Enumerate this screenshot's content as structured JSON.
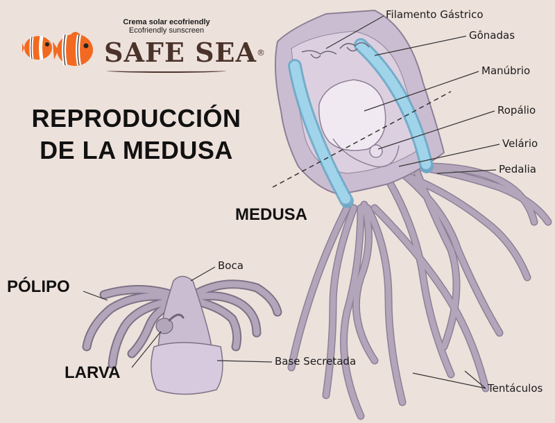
{
  "brand": {
    "tagline_es": "Crema solar ecofriendly",
    "tagline_en": "Ecofriendly sunscreen",
    "logo_text": "SAFE SEA",
    "logo_mark": "®"
  },
  "title": {
    "line1": "REPRODUCCIÓN",
    "line2": "DE LA MEDUSA"
  },
  "stages": {
    "medusa": "MEDUSA",
    "polipo": "PÓLIPO",
    "larva": "LARVA"
  },
  "labels": {
    "filamento": "Filamento Gástrico",
    "gonadas": "Gônadas",
    "manubrio": "Manúbrio",
    "ropalio": "Ropálio",
    "velario": "Velário",
    "pedalia": "Pedalia",
    "boca": "Boca",
    "base": "Base Secretada",
    "tentaculos": "Tentáculos"
  },
  "colors": {
    "background": "#ede1db",
    "body_fill": "#cbbdd1",
    "body_stroke": "#8d7f96",
    "inner_fill": "#f0e9f1",
    "gonad_fill": "#9fd4ea",
    "tentacle_fill": "#b3a6bb",
    "fish_orange": "#f26a21",
    "logo_brown": "#4a332a"
  }
}
